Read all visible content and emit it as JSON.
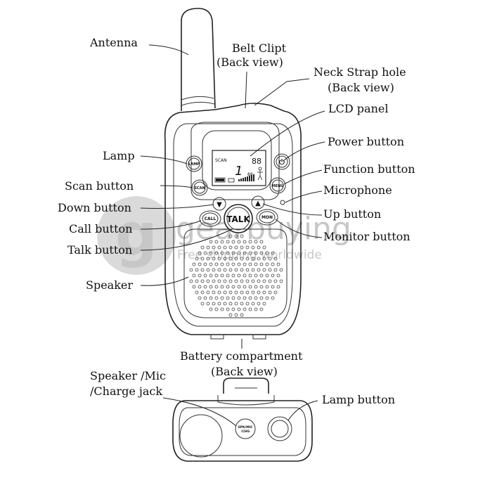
{
  "labels": {
    "antenna": "Antenna",
    "belt_clip": "Belt Clipt",
    "belt_clip_view": "(Back view)",
    "neck_strap": "Neck Strap hole",
    "neck_strap_view": "(Back view)",
    "lcd_panel": "LCD panel",
    "lamp": "Lamp",
    "power_button": "Power button",
    "scan_button": "Scan button",
    "function_button": "Function button",
    "microphone": "Microphone",
    "down_button": "Down button",
    "up_button": "Up button",
    "call_button": "Call button",
    "monitor_button": "Monitor button",
    "talk_button": "Talk button",
    "speaker": "Speaker",
    "battery_compartment": "Battery compartment",
    "battery_compartment_view": "(Back view)",
    "jack_line1": "Speaker /Mic",
    "jack_line2": "/Charge jack",
    "lamp_button": "Lamp button"
  },
  "buttons": {
    "lamp": "LAMP",
    "scan": "SCAN",
    "power_symbol": "⏻",
    "menu": "MENU",
    "call": "CALL",
    "talk": "TALK",
    "mon": "MON",
    "down_symbol": "▼",
    "up_symbol": "▲"
  },
  "lcd": {
    "scan": "SCAN",
    "channel": "1",
    "code": "88",
    "code_small": "88"
  },
  "jack_text": {
    "line1": "SPK/MIC",
    "line2": "/CHG"
  },
  "watermark": {
    "letter": "g",
    "brand": "gearbuying",
    "tagline": "Free shipping worldwide"
  }
}
